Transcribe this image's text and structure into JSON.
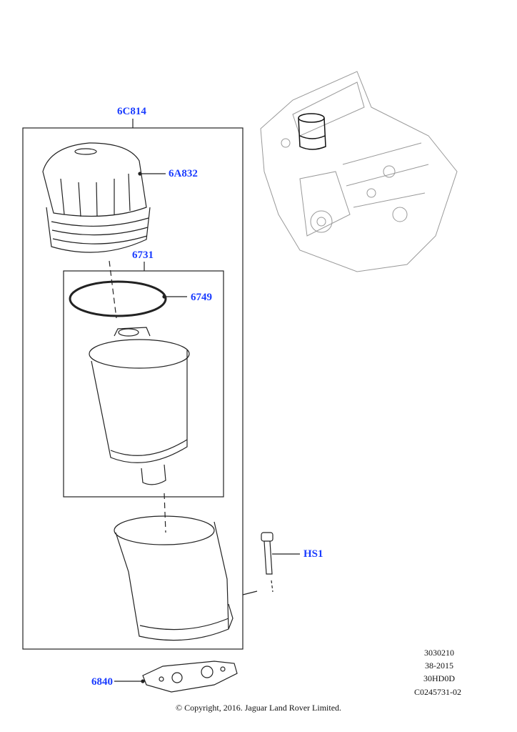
{
  "callouts": {
    "assembly": "6C814",
    "cap": "6A832",
    "filter_element": "6731",
    "o_ring": "6749",
    "bolt": "HS1",
    "gasket": "6840"
  },
  "reference": [
    "3030210",
    "38-2015",
    "30HD0D",
    "C0245731-02"
  ],
  "copyright": "© Copyright, 2016. Jaguar Land Rover Limited.",
  "colors": {
    "callout": "#1a3cff",
    "line": "#222222"
  }
}
